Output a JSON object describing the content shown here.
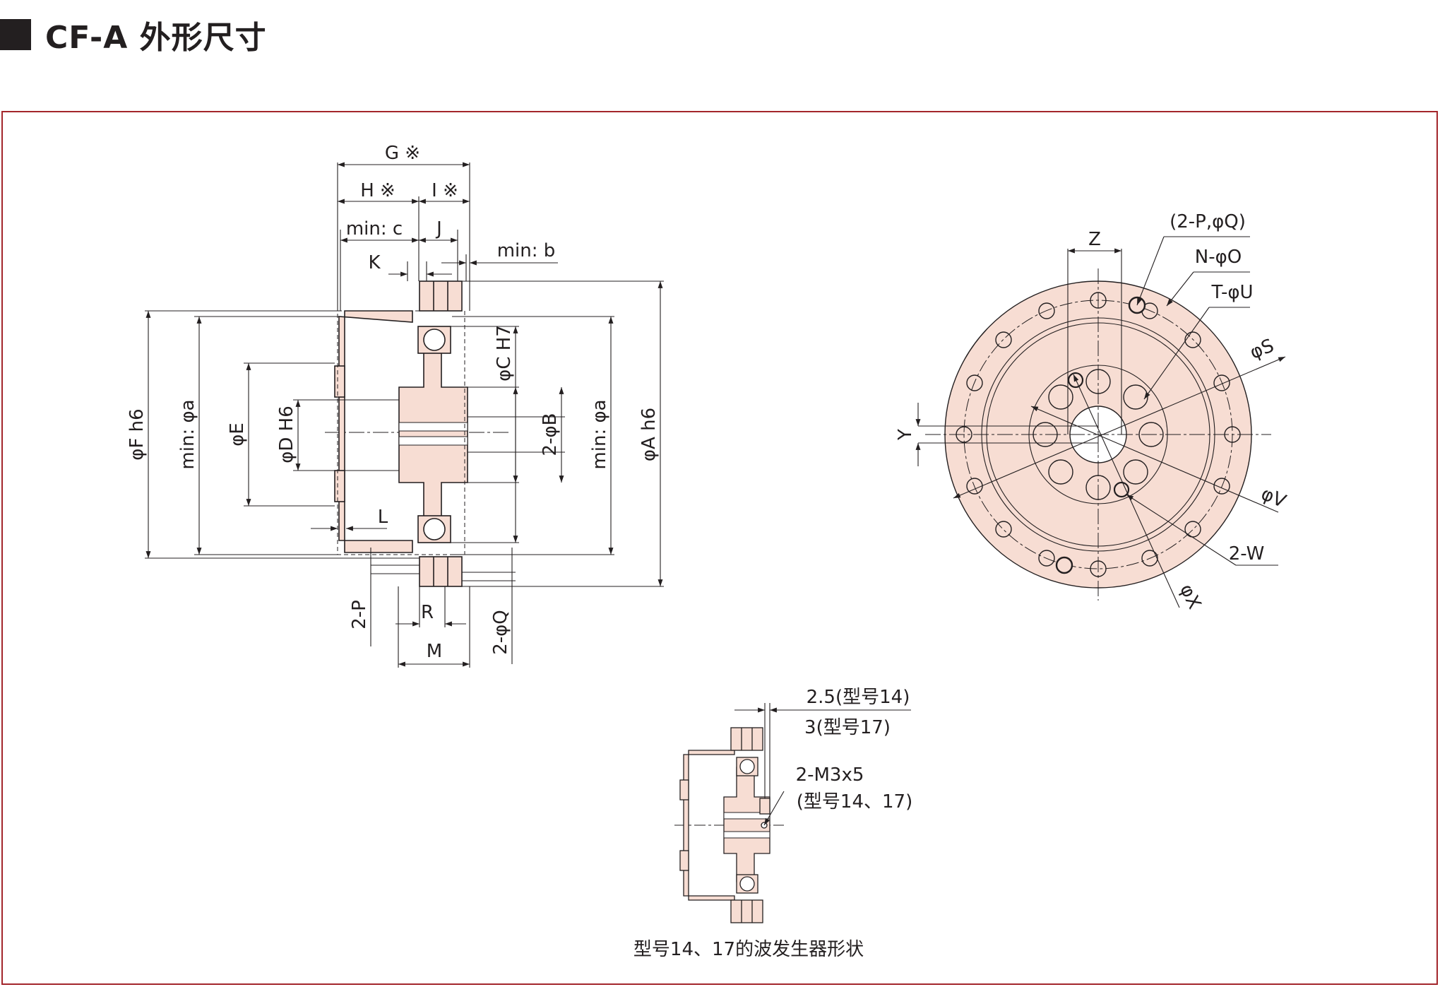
{
  "header": {
    "title": "CF-A 外形尺寸"
  },
  "side_view": {
    "labels": {
      "G": "G ※",
      "H": "H ※",
      "I": "I ※",
      "min_c": "min: c",
      "J": "J",
      "min_b": "min: b",
      "K": "K",
      "L": "L",
      "phiF": "φF h6",
      "min_a_left": "min: φa",
      "phiE": "φE",
      "phiD": "φD  H6",
      "phiC": "φC H7",
      "phiB": "2-φB",
      "min_a_right": "min: φa",
      "phiA": "φA h6",
      "P": "2-P",
      "R": "R",
      "M": "M",
      "Q": "2-φQ"
    }
  },
  "front_view": {
    "labels": {
      "Z": "Z",
      "PQ": "(2-P,φQ)",
      "NO": "N-φO",
      "TU": "T-φU",
      "S": "φS",
      "Y": "Y",
      "V": "φV",
      "W": "2-W",
      "X": "φX"
    }
  },
  "detail_view": {
    "labels": {
      "t1": "2.5(型号14)",
      "t2": "3(型号17)",
      "m1": "2-M3x5",
      "m2": "(型号14、17)"
    },
    "caption": "型号14、17的波发生器形状"
  },
  "colors": {
    "fill": "#f7ddd3",
    "line": "#231f20",
    "frame": "#a3262b"
  }
}
